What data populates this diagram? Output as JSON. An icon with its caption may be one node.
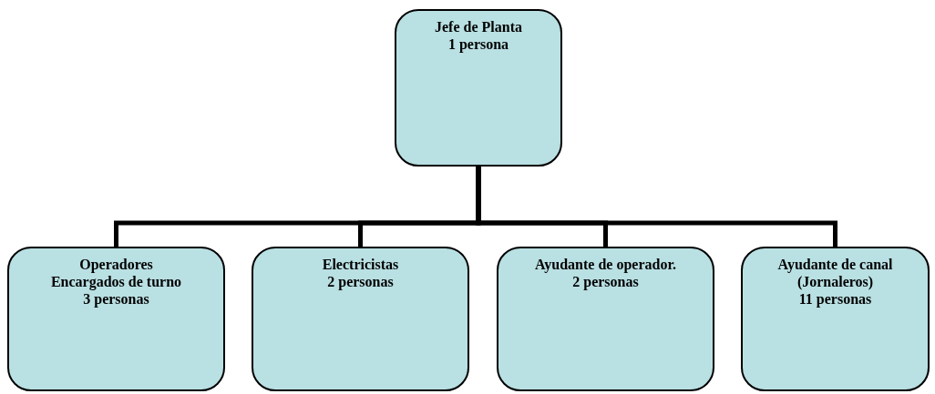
{
  "diagram": {
    "nodes": [
      {
        "text": [
          "Jefe de Planta",
          "1 persona"
        ]
      },
      {
        "text": [
          "Operadores",
          "Encargados de turno",
          "3 personas"
        ]
      },
      {
        "text": [
          "Electricistas",
          "2 personas"
        ]
      },
      {
        "text": [
          "Ayudante de operador.",
          "2 personas"
        ]
      },
      {
        "text": [
          "Ayudante de canal",
          "(Jornaleros)",
          "11 personas"
        ]
      }
    ],
    "edges": [
      {
        "from": 0,
        "to": 1,
        "arrow": "none"
      },
      {
        "from": 0,
        "to": 2,
        "arrow": "none"
      },
      {
        "from": 0,
        "to": 3,
        "arrow": "none"
      },
      {
        "from": 0,
        "to": 4,
        "arrow": "none"
      }
    ]
  }
}
